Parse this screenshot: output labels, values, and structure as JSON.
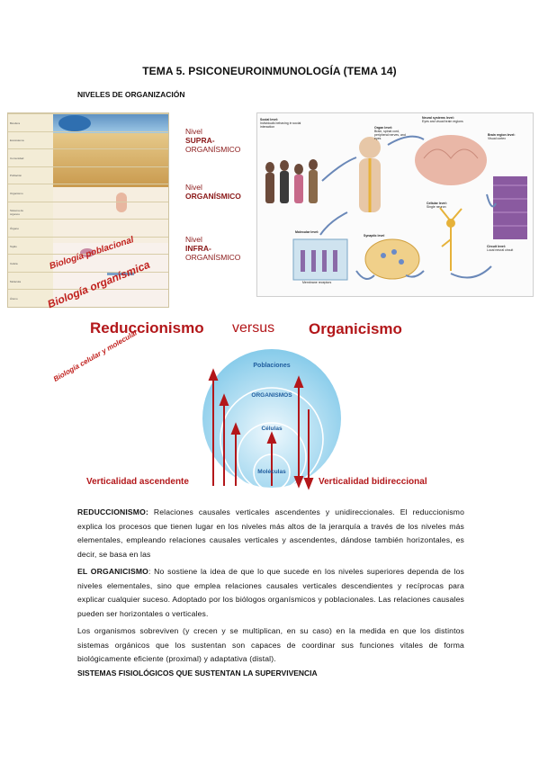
{
  "title": "TEMA 5. PSICONEUROINMUNOLOGÍA (TEMA 14)",
  "section1": "NIVELES DE ORGANIZACIÓN",
  "levels_figure": {
    "row_labels": [
      "Biosfera",
      "Ecosistema",
      "Comunidad",
      "Población",
      "Organismo",
      "Sistema de órganos",
      "Órgano",
      "Tejido",
      "Célula",
      "Molécula",
      "Átomo"
    ],
    "diag_labels": [
      "Biología poblacional",
      "Biología organísmica",
      "Biología celular y molecular"
    ],
    "colors": {
      "sky": "#7fb3d8",
      "savanna": "#d2a85a",
      "organ": "#e8b7a0",
      "cell": "#c98aa4"
    }
  },
  "nivel_labels": [
    {
      "prefix": "Nivel",
      "name": "SUPRA-",
      "suffix": "ORGANÍSMICO"
    },
    {
      "prefix": "Nivel",
      "name": "ORGANÍSMICO",
      "suffix": ""
    },
    {
      "prefix": "Nivel",
      "name": "INFRA-",
      "suffix": "ORGANÍSMICO"
    }
  ],
  "systems_figure": {
    "labels": [
      {
        "title": "Social level:",
        "text": "Individuals behaving in social interaction"
      },
      {
        "title": "Organ level:",
        "text": "Brain, spinal cord, peripheral nerves, and eyes"
      },
      {
        "title": "Neural systems level:",
        "text": "Eyes and visual brain regions"
      },
      {
        "title": "Brain region level:",
        "text": "Visual cortex"
      },
      {
        "title": "Cellular level:",
        "text": "Single neuron"
      },
      {
        "title": "Molecular level:",
        "text": ""
      },
      {
        "title": "Synaptic level",
        "text": ""
      },
      {
        "title": "Membrane receptors",
        "text": ""
      },
      {
        "title": "Circuit level:",
        "text": "Local neural circuit"
      }
    ]
  },
  "diagram": {
    "left_title": "Reduccionismo",
    "versus": "versus",
    "right_title": "Organicismo",
    "circles": [
      "Poblaciones",
      "ORGANISMOS",
      "Células",
      "Moléculas"
    ],
    "left_caption": "Verticalidad ascendente",
    "right_caption": "Verticalidad bidireccional",
    "colors": {
      "red": "#b3171a",
      "circle_outer": "#7fc6e8",
      "circle_inner": "#d9eff9",
      "blue_text": "#1f5d9e"
    }
  },
  "p1": {
    "bold": "REDUCCIONISMO:",
    "text": " Relaciones causales verticales ascendentes y unidireccionales. El reduccionismo explica los procesos que tienen lugar en los niveles más altos de la jerarquía a través de los niveles más elementales, empleando relaciones causales verticales y ascendentes, dándose también horizontales, es decir, se basa en las"
  },
  "p2": {
    "bold": "EL ORGANICISMO",
    "text": ": No sostiene la idea de que lo que sucede en los niveles superiores dependa de los niveles elementales, sino que emplea relaciones causales verticales descendientes y recíprocas para explicar cualquier suceso. Adoptado por los biólogos organísmicos y poblacionales. Las relaciones causales pueden ser horizontales o verticales."
  },
  "p3": "Los organismos sobreviven (y crecen y se multiplican, en su caso) en la medida en que los distintos sistemas orgánicos que los sustentan son capaces de coordinar sus funciones vitales de forma biológicamente eficiente (proximal) y adaptativa (distal).",
  "section2": "SISTEMAS FISIOLÓGICOS QUE SUSTENTAN LA SUPERVIVENCIA"
}
